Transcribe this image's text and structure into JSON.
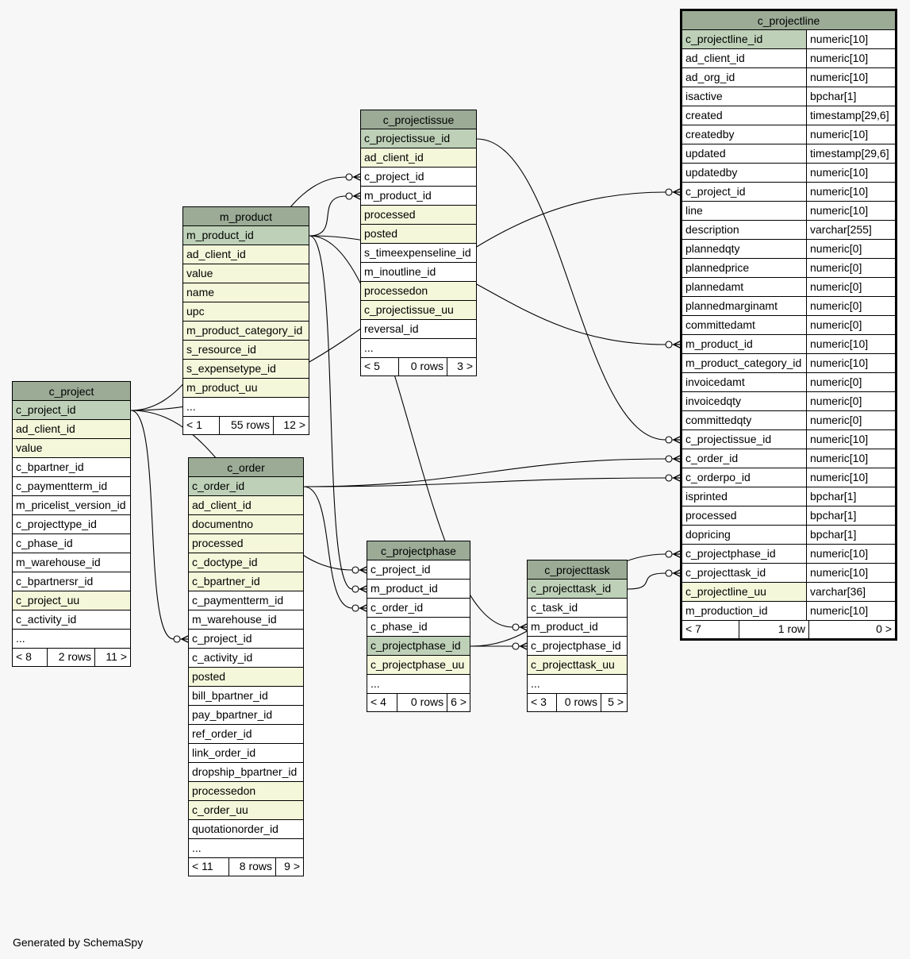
{
  "footer": "Generated by SchemaSpy",
  "tables": [
    {
      "id": "c_projectline",
      "name": "c_projectline",
      "focus": true,
      "types": true,
      "columns": [
        {
          "name": "c_projectline_id",
          "type": "numeric[10]",
          "kind": "pk"
        },
        {
          "name": "ad_client_id",
          "type": "numeric[10]",
          "kind": "plain"
        },
        {
          "name": "ad_org_id",
          "type": "numeric[10]",
          "kind": "plain"
        },
        {
          "name": "isactive",
          "type": "bpchar[1]",
          "kind": "plain"
        },
        {
          "name": "created",
          "type": "timestamp[29,6]",
          "kind": "plain"
        },
        {
          "name": "createdby",
          "type": "numeric[10]",
          "kind": "plain"
        },
        {
          "name": "updated",
          "type": "timestamp[29,6]",
          "kind": "plain"
        },
        {
          "name": "updatedby",
          "type": "numeric[10]",
          "kind": "plain"
        },
        {
          "name": "c_project_id",
          "type": "numeric[10]",
          "kind": "plain"
        },
        {
          "name": "line",
          "type": "numeric[10]",
          "kind": "plain"
        },
        {
          "name": "description",
          "type": "varchar[255]",
          "kind": "plain"
        },
        {
          "name": "plannedqty",
          "type": "numeric[0]",
          "kind": "plain"
        },
        {
          "name": "plannedprice",
          "type": "numeric[0]",
          "kind": "plain"
        },
        {
          "name": "plannedamt",
          "type": "numeric[0]",
          "kind": "plain"
        },
        {
          "name": "plannedmarginamt",
          "type": "numeric[0]",
          "kind": "plain"
        },
        {
          "name": "committedamt",
          "type": "numeric[0]",
          "kind": "plain"
        },
        {
          "name": "m_product_id",
          "type": "numeric[10]",
          "kind": "plain"
        },
        {
          "name": "m_product_category_id",
          "type": "numeric[10]",
          "kind": "plain"
        },
        {
          "name": "invoicedamt",
          "type": "numeric[0]",
          "kind": "plain"
        },
        {
          "name": "invoicedqty",
          "type": "numeric[0]",
          "kind": "plain"
        },
        {
          "name": "committedqty",
          "type": "numeric[0]",
          "kind": "plain"
        },
        {
          "name": "c_projectissue_id",
          "type": "numeric[10]",
          "kind": "plain"
        },
        {
          "name": "c_order_id",
          "type": "numeric[10]",
          "kind": "plain"
        },
        {
          "name": "c_orderpo_id",
          "type": "numeric[10]",
          "kind": "plain"
        },
        {
          "name": "isprinted",
          "type": "bpchar[1]",
          "kind": "plain"
        },
        {
          "name": "processed",
          "type": "bpchar[1]",
          "kind": "plain"
        },
        {
          "name": "dopricing",
          "type": "bpchar[1]",
          "kind": "plain"
        },
        {
          "name": "c_projectphase_id",
          "type": "numeric[10]",
          "kind": "plain"
        },
        {
          "name": "c_projecttask_id",
          "type": "numeric[10]",
          "kind": "plain"
        },
        {
          "name": "c_projectline_uu",
          "type": "varchar[36]",
          "kind": "fk"
        },
        {
          "name": "m_production_id",
          "type": "numeric[10]",
          "kind": "plain"
        }
      ],
      "footer": {
        "left": "< 7",
        "mid": "1 row",
        "right": "0 >"
      }
    },
    {
      "id": "c_projectissue",
      "name": "c_projectissue",
      "columns": [
        {
          "name": "c_projectissue_id",
          "kind": "pk"
        },
        {
          "name": "ad_client_id",
          "kind": "fk"
        },
        {
          "name": "c_project_id",
          "kind": "plain"
        },
        {
          "name": "m_product_id",
          "kind": "plain"
        },
        {
          "name": "processed",
          "kind": "fk"
        },
        {
          "name": "posted",
          "kind": "fk"
        },
        {
          "name": "s_timeexpenseline_id",
          "kind": "plain"
        },
        {
          "name": "m_inoutline_id",
          "kind": "plain"
        },
        {
          "name": "processedon",
          "kind": "fk"
        },
        {
          "name": "c_projectissue_uu",
          "kind": "fk"
        },
        {
          "name": "reversal_id",
          "kind": "plain"
        },
        {
          "name": "...",
          "kind": "plain"
        }
      ],
      "footer": {
        "left": "< 5",
        "mid": "0 rows",
        "right": "3 >"
      }
    },
    {
      "id": "m_product",
      "name": "m_product",
      "columns": [
        {
          "name": "m_product_id",
          "kind": "pk"
        },
        {
          "name": "ad_client_id",
          "kind": "fk"
        },
        {
          "name": "value",
          "kind": "fk"
        },
        {
          "name": "name",
          "kind": "fk"
        },
        {
          "name": "upc",
          "kind": "fk"
        },
        {
          "name": "m_product_category_id",
          "kind": "fk"
        },
        {
          "name": "s_resource_id",
          "kind": "fk"
        },
        {
          "name": "s_expensetype_id",
          "kind": "fk"
        },
        {
          "name": "m_product_uu",
          "kind": "fk"
        },
        {
          "name": "...",
          "kind": "plain"
        }
      ],
      "footer": {
        "left": "< 1",
        "mid": "55 rows",
        "right": "12 >"
      }
    },
    {
      "id": "c_project",
      "name": "c_project",
      "columns": [
        {
          "name": "c_project_id",
          "kind": "pk"
        },
        {
          "name": "ad_client_id",
          "kind": "fk"
        },
        {
          "name": "value",
          "kind": "fk"
        },
        {
          "name": "c_bpartner_id",
          "kind": "plain"
        },
        {
          "name": "c_paymentterm_id",
          "kind": "plain"
        },
        {
          "name": "m_pricelist_version_id",
          "kind": "plain"
        },
        {
          "name": "c_projecttype_id",
          "kind": "plain"
        },
        {
          "name": "c_phase_id",
          "kind": "plain"
        },
        {
          "name": "m_warehouse_id",
          "kind": "plain"
        },
        {
          "name": "c_bpartnersr_id",
          "kind": "plain"
        },
        {
          "name": "c_project_uu",
          "kind": "fk"
        },
        {
          "name": "c_activity_id",
          "kind": "plain"
        },
        {
          "name": "...",
          "kind": "plain"
        }
      ],
      "footer": {
        "left": "< 8",
        "mid": "2 rows",
        "right": "11 >"
      }
    },
    {
      "id": "c_order",
      "name": "c_order",
      "columns": [
        {
          "name": "c_order_id",
          "kind": "pk"
        },
        {
          "name": "ad_client_id",
          "kind": "fk"
        },
        {
          "name": "documentno",
          "kind": "fk"
        },
        {
          "name": "processed",
          "kind": "fk"
        },
        {
          "name": "c_doctype_id",
          "kind": "fk"
        },
        {
          "name": "c_bpartner_id",
          "kind": "fk"
        },
        {
          "name": "c_paymentterm_id",
          "kind": "plain"
        },
        {
          "name": "m_warehouse_id",
          "kind": "plain"
        },
        {
          "name": "c_project_id",
          "kind": "plain"
        },
        {
          "name": "c_activity_id",
          "kind": "plain"
        },
        {
          "name": "posted",
          "kind": "fk"
        },
        {
          "name": "bill_bpartner_id",
          "kind": "plain"
        },
        {
          "name": "pay_bpartner_id",
          "kind": "plain"
        },
        {
          "name": "ref_order_id",
          "kind": "plain"
        },
        {
          "name": "link_order_id",
          "kind": "plain"
        },
        {
          "name": "dropship_bpartner_id",
          "kind": "plain"
        },
        {
          "name": "processedon",
          "kind": "fk"
        },
        {
          "name": "c_order_uu",
          "kind": "fk"
        },
        {
          "name": "quotationorder_id",
          "kind": "plain"
        },
        {
          "name": "...",
          "kind": "plain"
        }
      ],
      "footer": {
        "left": "< 11",
        "mid": "8 rows",
        "right": "9 >"
      }
    },
    {
      "id": "c_projectphase",
      "name": "c_projectphase",
      "columns": [
        {
          "name": "c_project_id",
          "kind": "plain"
        },
        {
          "name": "m_product_id",
          "kind": "plain"
        },
        {
          "name": "c_order_id",
          "kind": "plain"
        },
        {
          "name": "c_phase_id",
          "kind": "plain"
        },
        {
          "name": "c_projectphase_id",
          "kind": "pk"
        },
        {
          "name": "c_projectphase_uu",
          "kind": "fk"
        },
        {
          "name": "...",
          "kind": "plain"
        }
      ],
      "footer": {
        "left": "< 4",
        "mid": "0 rows",
        "right": "6 >"
      }
    },
    {
      "id": "c_projecttask",
      "name": "c_projecttask",
      "columns": [
        {
          "name": "c_projecttask_id",
          "kind": "pk"
        },
        {
          "name": "c_task_id",
          "kind": "plain"
        },
        {
          "name": "m_product_id",
          "kind": "plain"
        },
        {
          "name": "c_projectphase_id",
          "kind": "plain"
        },
        {
          "name": "c_projecttask_uu",
          "kind": "fk"
        },
        {
          "name": "...",
          "kind": "plain"
        }
      ],
      "footer": {
        "left": "< 3",
        "mid": "0 rows",
        "right": "5 >"
      }
    }
  ],
  "relationships": [
    {
      "from": "c_project.c_project_id",
      "to": "c_projectline.c_project_id"
    },
    {
      "from": "c_project.c_project_id",
      "to": "c_projectissue.c_project_id"
    },
    {
      "from": "c_project.c_project_id",
      "to": "c_order.c_project_id"
    },
    {
      "from": "c_project.c_project_id",
      "to": "c_projectphase.c_project_id"
    },
    {
      "from": "m_product.m_product_id",
      "to": "c_projectissue.m_product_id"
    },
    {
      "from": "m_product.m_product_id",
      "to": "c_projectline.m_product_id"
    },
    {
      "from": "m_product.m_product_id",
      "to": "c_projectphase.m_product_id"
    },
    {
      "from": "m_product.m_product_id",
      "to": "c_projecttask.m_product_id"
    },
    {
      "from": "c_projectissue.c_projectissue_id",
      "to": "c_projectline.c_projectissue_id"
    },
    {
      "from": "c_order.c_order_id",
      "to": "c_projectline.c_order_id"
    },
    {
      "from": "c_order.c_order_id",
      "to": "c_projectline.c_orderpo_id"
    },
    {
      "from": "c_order.c_order_id",
      "to": "c_projectphase.c_order_id"
    },
    {
      "from": "c_projectphase.c_projectphase_id",
      "to": "c_projectline.c_projectphase_id"
    },
    {
      "from": "c_projectphase.c_projectphase_id",
      "to": "c_projecttask.c_projectphase_id"
    },
    {
      "from": "c_projecttask.c_projecttask_id",
      "to": "c_projectline.c_projecttask_id"
    }
  ],
  "colors": {
    "header": "#9bab96",
    "pk": "#bed1b8",
    "fk": "#f4f7da",
    "background": "#f7f7f7"
  }
}
